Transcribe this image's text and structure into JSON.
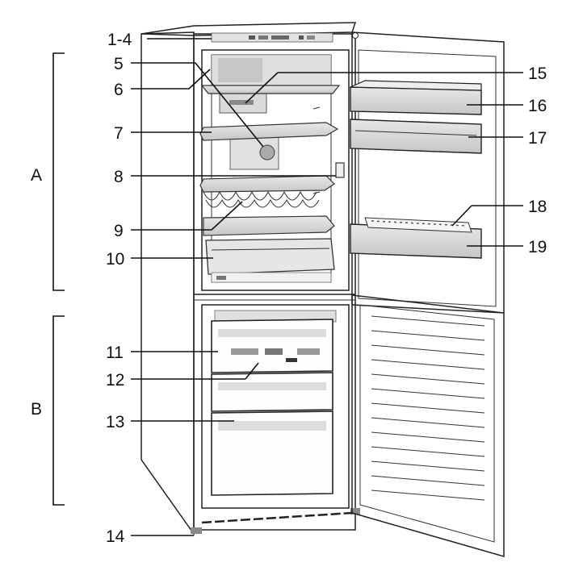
{
  "figure": {
    "type": "fridge-freezer-component-diagram",
    "line_color": "#111111",
    "shelf_tint": "#d4d4d4",
    "background": "#ffffff"
  },
  "sections": [
    {
      "id": "A",
      "label": "A"
    },
    {
      "id": "B",
      "label": "B"
    }
  ],
  "callouts": [
    {
      "id": "1-4",
      "label": "1-4"
    },
    {
      "id": "5",
      "label": "5"
    },
    {
      "id": "6",
      "label": "6"
    },
    {
      "id": "7",
      "label": "7"
    },
    {
      "id": "8",
      "label": "8"
    },
    {
      "id": "9",
      "label": "9"
    },
    {
      "id": "10",
      "label": "10"
    },
    {
      "id": "11",
      "label": "11"
    },
    {
      "id": "12",
      "label": "12"
    },
    {
      "id": "13",
      "label": "13"
    },
    {
      "id": "14",
      "label": "14"
    },
    {
      "id": "15",
      "label": "15"
    },
    {
      "id": "16",
      "label": "16"
    },
    {
      "id": "17",
      "label": "17"
    },
    {
      "id": "18",
      "label": "18"
    },
    {
      "id": "19",
      "label": "19"
    }
  ]
}
